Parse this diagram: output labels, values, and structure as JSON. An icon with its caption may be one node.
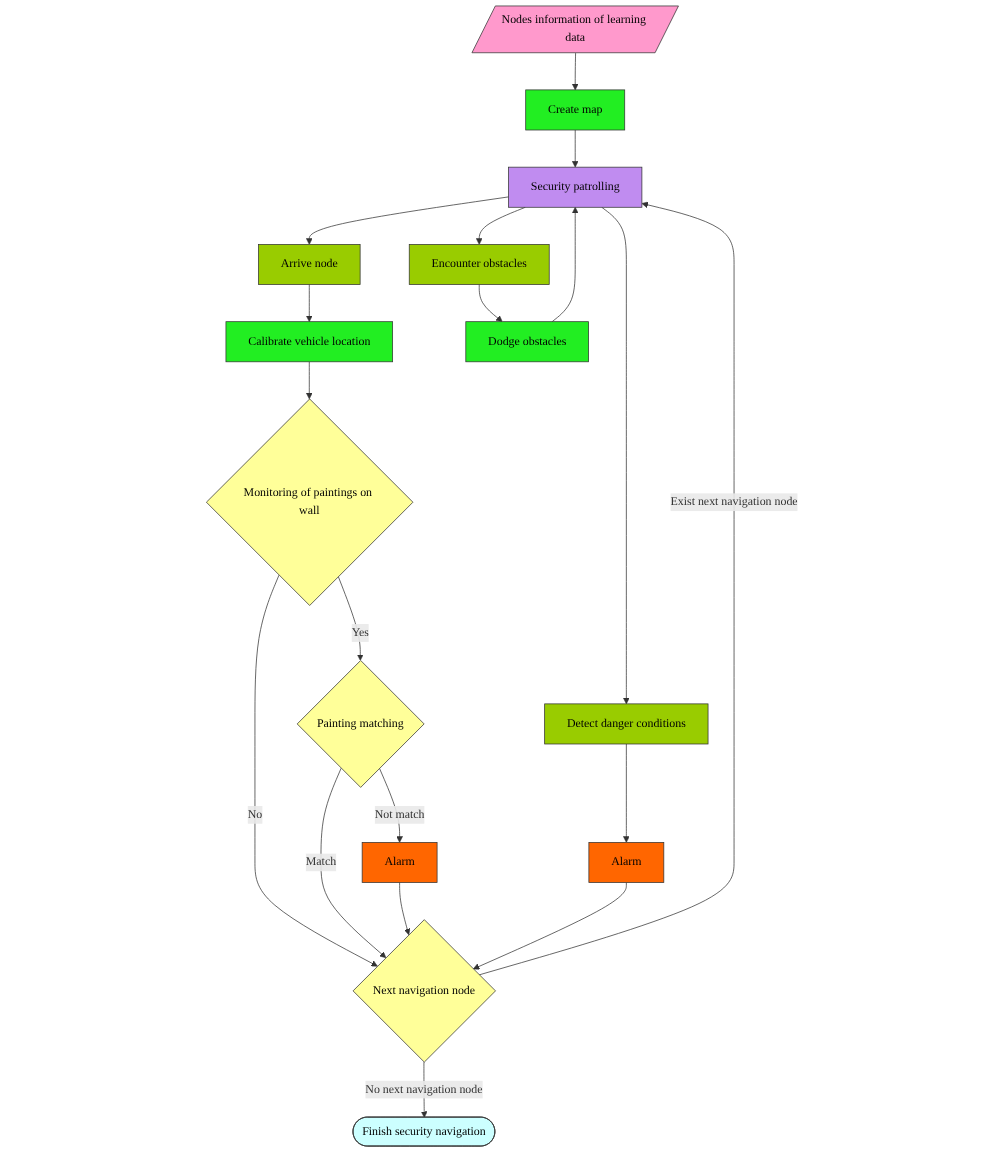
{
  "diagram": {
    "nodes": [
      {
        "text": [
          "Create map"
        ]
      },
      {
        "text": [
          "Nodes information of learning data"
        ]
      },
      {
        "text": [
          "Security patrolling"
        ]
      },
      {
        "text": [
          "Arrive node"
        ]
      },
      {
        "text": [
          "Detect danger conditions"
        ]
      },
      {
        "text": [
          "Encounter obstacles"
        ]
      },
      {
        "text": [
          "Calibrate vehicle location"
        ]
      },
      {
        "text": [
          "Alarm"
        ]
      },
      {
        "text": [
          "Dodge obstacles"
        ]
      },
      {
        "text": [
          "Monitoring of paintings on wall"
        ]
      },
      {
        "text": [
          "Painting matching"
        ]
      },
      {
        "text": [
          "Next navigation node"
        ]
      },
      {
        "text": [
          "Alarm"
        ]
      },
      {
        "text": [
          "Finish security navigation"
        ]
      }
    ],
    "edges": [
      {
        "from": 1,
        "to": 0,
        "arrow": "to"
      },
      {
        "from": 0,
        "to": 2,
        "arrow": "to"
      },
      {
        "from": 2,
        "to": 3,
        "arrow": "to"
      },
      {
        "from": 2,
        "to": 4,
        "arrow": "to"
      },
      {
        "from": 2,
        "to": 5,
        "arrow": "to"
      },
      {
        "from": 3,
        "to": 6,
        "arrow": "to"
      },
      {
        "from": 4,
        "to": 7,
        "arrow": "to"
      },
      {
        "from": 5,
        "to": 8,
        "arrow": "to"
      },
      {
        "from": 6,
        "to": 9,
        "arrow": "to"
      },
      {
        "from": 9,
        "to": 10,
        "label": "Yes",
        "arrow": "to"
      },
      {
        "from": 9,
        "to": 11,
        "label": "No",
        "arrow": "to"
      },
      {
        "from": 10,
        "to": 12,
        "label": "Not match",
        "arrow": "to"
      },
      {
        "from": 10,
        "to": 11,
        "label": "Match",
        "arrow": "to"
      },
      {
        "from": 12,
        "to": 11,
        "arrow": "to"
      },
      {
        "from": 7,
        "to": 11,
        "arrow": "to"
      },
      {
        "from": 11,
        "to": 2,
        "label": "Exist next navigation node",
        "arrow": "to"
      },
      {
        "from": 8,
        "to": 2,
        "arrow": "to"
      },
      {
        "from": 11,
        "to": 13,
        "label": "No next navigation node",
        "arrow": "to"
      }
    ]
  }
}
